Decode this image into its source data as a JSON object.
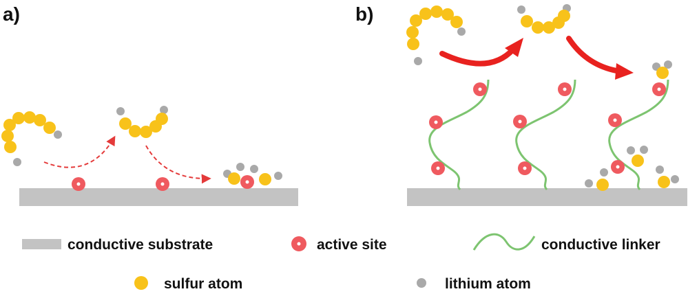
{
  "panels": {
    "a_label": "a)",
    "b_label": "b)"
  },
  "legend": {
    "substrate_label": "conductive substrate",
    "active_site_label": "active site",
    "linker_label": "conductive linker",
    "sulfur_label": "sulfur atom",
    "lithium_label": "lithium atom"
  },
  "colors": {
    "substrate": "#c3c3c3",
    "active_site": "#ef5a5f",
    "active_site_center": "#ffffff",
    "linker": "#7dc470",
    "sulfur": "#f8c21a",
    "lithium": "#a9a9a9",
    "arrow_a": "#e43a3a",
    "arrow_b": "#e8221f",
    "text": "#111111"
  }
}
